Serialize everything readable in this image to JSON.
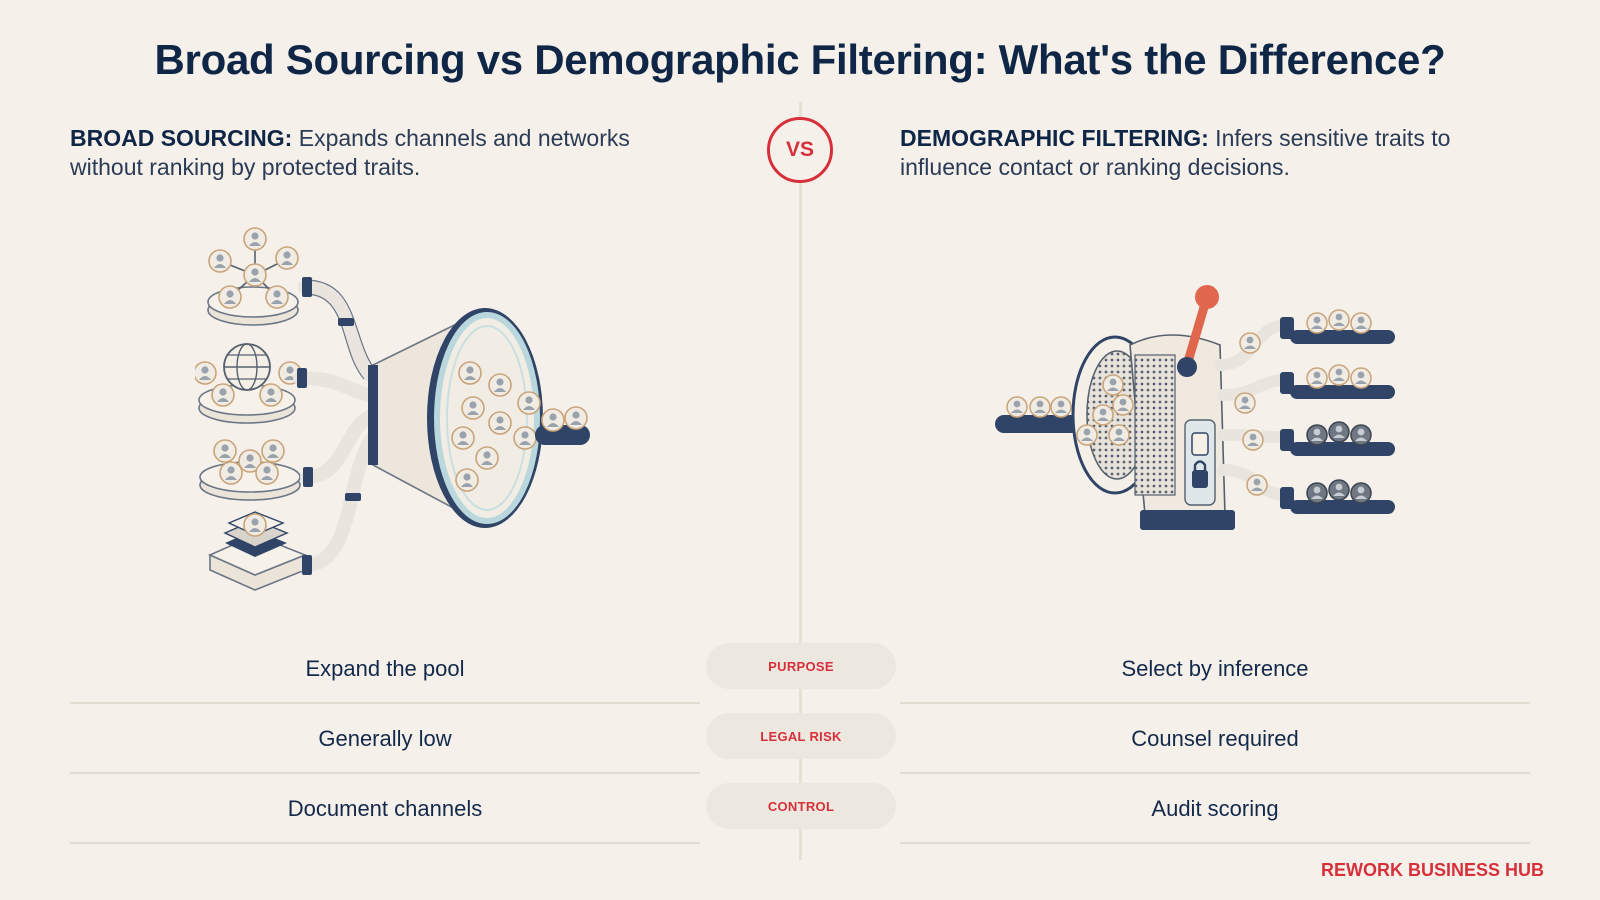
{
  "title": "Broad Sourcing vs Demographic Filtering: What's the Difference?",
  "vs_label": "VS",
  "left": {
    "heading": "BROAD SOURCING:",
    "description": " Expands channels and networks without ranking by protected traits."
  },
  "right": {
    "heading": "DEMOGRAPHIC FILTERING:",
    "description": " Infers sensitive traits to influence contact or ranking decisions."
  },
  "comparison": [
    {
      "label": "PURPOSE",
      "left": "Expand the pool",
      "right": "Select by inference"
    },
    {
      "label": "LEGAL RISK",
      "left": "Generally low",
      "right": "Counsel required"
    },
    {
      "label": "CONTROL",
      "left": "Document channels",
      "right": "Audit scoring"
    }
  ],
  "brand": "REWORK BUSINESS HUB",
  "colors": {
    "background": "#f5f1ea",
    "navy": "#0f2646",
    "accent_red": "#d8303b",
    "pill_bg": "#ede8df"
  },
  "icons": {
    "left_illustration": "sourcing-funnel-illustration",
    "right_illustration": "filtering-machine-illustration"
  }
}
